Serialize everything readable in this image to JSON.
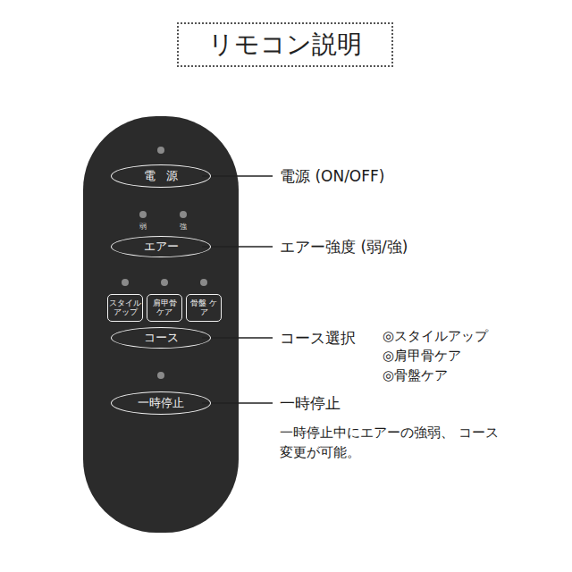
{
  "diagram": {
    "nodes": [
      {
        "text": [
          "リモコン説明"
        ]
      },
      {
        "text": [
          "電源"
        ]
      },
      {
        "text": [
          "エアー"
        ]
      },
      {
        "text": [
          "スタイル アップ"
        ]
      },
      {
        "text": [
          "肩甲骨 ケア"
        ]
      },
      {
        "text": [
          "骨盤 ケア"
        ]
      },
      {
        "text": [
          "コース"
        ]
      },
      {
        "text": [
          "一時停止"
        ]
      }
    ],
    "labels": [
      "弱",
      "強",
      "電源 (ON/OFF)",
      "エアー強度 (弱/強)",
      "コース選択",
      "◎スタイルアップ",
      "◎肩甲骨ケア",
      "◎骨盤ケア",
      "一時停止",
      "一時停止中にエアーの強弱、 コース変更が可能。"
    ]
  }
}
